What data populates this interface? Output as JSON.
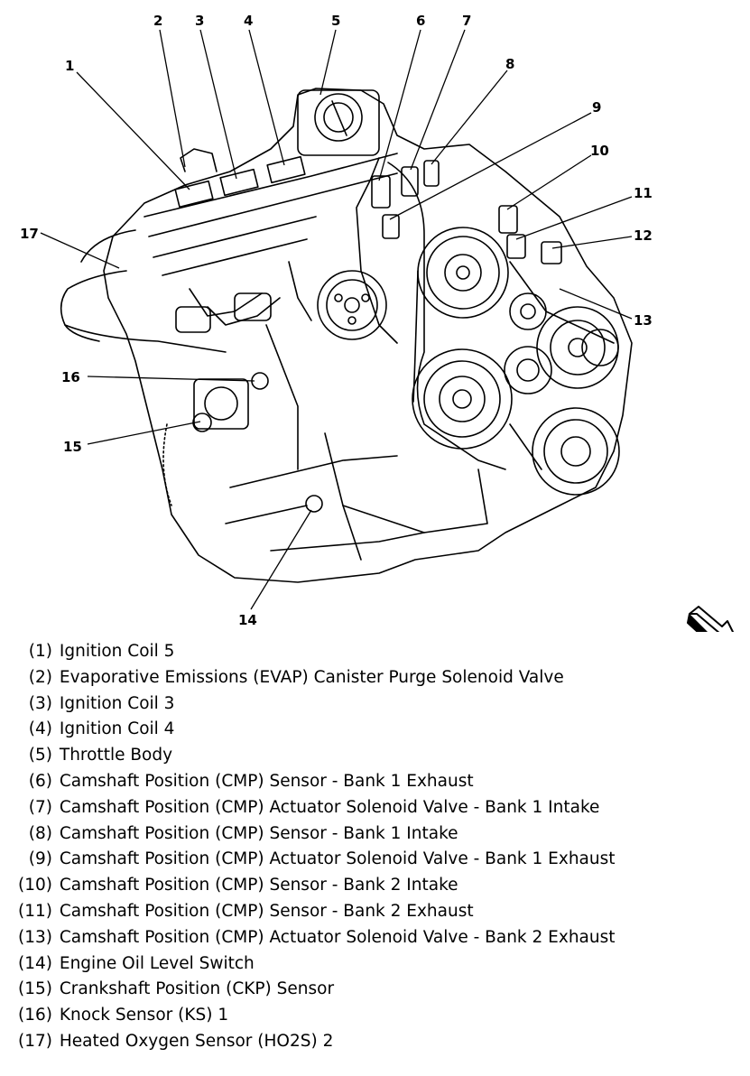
{
  "callouts": [
    {
      "num": "1"
    },
    {
      "num": "2"
    },
    {
      "num": "3"
    },
    {
      "num": "4"
    },
    {
      "num": "5"
    },
    {
      "num": "6"
    },
    {
      "num": "7"
    },
    {
      "num": "8"
    },
    {
      "num": "9"
    },
    {
      "num": "10"
    },
    {
      "num": "11"
    },
    {
      "num": "12"
    },
    {
      "num": "13"
    },
    {
      "num": "14"
    },
    {
      "num": "15"
    },
    {
      "num": "16"
    },
    {
      "num": "17"
    }
  ],
  "legend": [
    {
      "num": "(1)",
      "text": "Ignition Coil 5"
    },
    {
      "num": "(2)",
      "text": "Evaporative Emissions (EVAP) Canister Purge Solenoid Valve"
    },
    {
      "num": "(3)",
      "text": "Ignition Coil 3"
    },
    {
      "num": "(4)",
      "text": "Ignition Coil 4"
    },
    {
      "num": "(5)",
      "text": "Throttle Body"
    },
    {
      "num": "(6)",
      "text": "Camshaft Position (CMP) Sensor - Bank 1 Exhaust"
    },
    {
      "num": "(7)",
      "text": "Camshaft Position (CMP) Actuator Solenoid Valve - Bank 1 Intake"
    },
    {
      "num": "(8)",
      "text": "Camshaft Position (CMP) Sensor - Bank 1 Intake"
    },
    {
      "num": "(9)",
      "text": "Camshaft Position (CMP) Actuator Solenoid Valve - Bank 1 Exhaust"
    },
    {
      "num": "(10)",
      "text": "Camshaft Position (CMP) Sensor - Bank 2 Intake"
    },
    {
      "num": "(11)",
      "text": "Camshaft Position (CMP) Sensor - Bank 2 Exhaust"
    },
    {
      "num": "(13)",
      "text": "Camshaft Position (CMP) Actuator Solenoid Valve - Bank 2 Exhaust"
    },
    {
      "num": "(14)",
      "text": "Engine Oil Level Switch"
    },
    {
      "num": "(15)",
      "text": "Crankshaft Position (CKP) Sensor"
    },
    {
      "num": "(16)",
      "text": "Knock Sensor (KS) 1"
    },
    {
      "num": "(17)",
      "text": "Heated Oxygen Sensor (HO2S) 2"
    }
  ]
}
